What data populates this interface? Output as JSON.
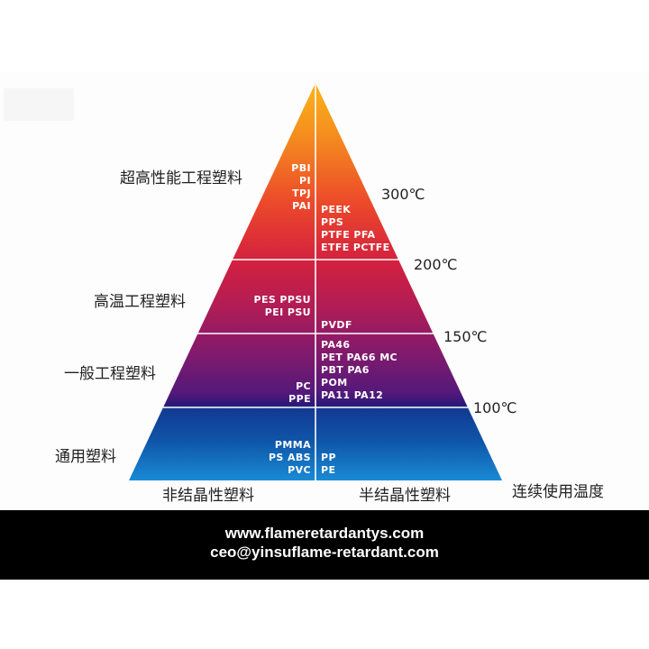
{
  "diagram": {
    "type": "pyramid",
    "title_hidden": "",
    "colors": {
      "apex": "#f9b41b",
      "orange": "#f47a20",
      "red": "#e0283a",
      "crimson": "#c21d4c",
      "purple": "#8a1a6a",
      "indigo": "#2c1878",
      "navy": "#0f3d96",
      "base_blue": "#1a86d0",
      "divider": "#ffffff",
      "footer_bg": "#000000"
    },
    "tiers": [
      {
        "name": "超高性能工程塑料",
        "temperature": "300℃",
        "amorphous": [
          "PBI",
          "PI",
          "TPJ",
          "PAI"
        ],
        "semicrystalline": [
          "PEEK",
          "PPS",
          "PTFE  PFA",
          "ETFE  PCTFE"
        ]
      },
      {
        "name": "高温工程塑料",
        "temperature": "200℃",
        "amorphous": [
          "PES  PPSU",
          "PEI  PSU"
        ],
        "semicrystalline": [
          "PVDF"
        ]
      },
      {
        "name": "一般工程塑料",
        "temperature": "150℃",
        "amorphous": [
          "PC",
          "PPE"
        ],
        "semicrystalline": [
          "PA46",
          "PET  PA66  MC",
          "PBT  PA6",
          "POM",
          "PA11  PA12"
        ]
      },
      {
        "name": "通用塑料",
        "temperature": "100℃",
        "amorphous": [
          "PMMA",
          "PS  ABS",
          "PVC"
        ],
        "semicrystalline": [
          "PP",
          "PE"
        ]
      }
    ],
    "axis_labels": {
      "left_column": "非结晶性塑料",
      "right_column": "半结晶性塑料",
      "temperature_axis": "连续使用温度"
    }
  },
  "footer": {
    "website": "www.flameretardantys.com",
    "email": "ceo@yinsuflame-retardant.com"
  }
}
